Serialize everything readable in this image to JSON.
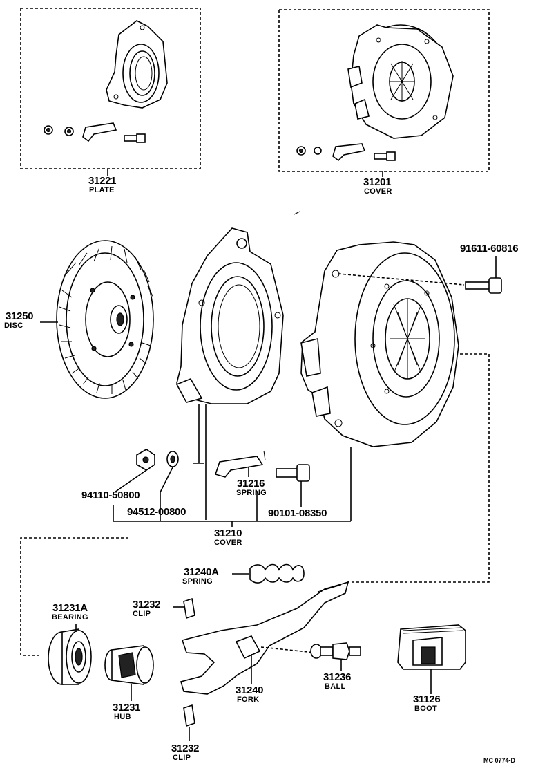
{
  "groups": {
    "plate": {
      "number": "31221",
      "name": "PLATE"
    },
    "cover_kit": {
      "number": "31201",
      "name": "COVER"
    },
    "cover": {
      "number": "31210",
      "name": "COVER"
    }
  },
  "parts": {
    "disc": {
      "number": "31250",
      "name": "DISC"
    },
    "bolt_top": {
      "number": "91611-60816"
    },
    "nut": {
      "number": "94110-50800"
    },
    "washer": {
      "number": "94512-00800"
    },
    "spring_31216": {
      "number": "31216",
      "name": "SPRING"
    },
    "bolt_90101": {
      "number": "90101-08350"
    },
    "spring_31240A": {
      "number": "31240A",
      "name": "SPRING"
    },
    "bearing": {
      "number": "31231A",
      "name": "BEARING"
    },
    "clip_top": {
      "number": "31232",
      "name": "CLIP"
    },
    "hub": {
      "number": "31231",
      "name": "HUB"
    },
    "fork": {
      "number": "31240",
      "name": "FORK"
    },
    "ball": {
      "number": "31236",
      "name": "BALL"
    },
    "boot": {
      "number": "31126",
      "name": "BOOT"
    },
    "clip_bottom": {
      "number": "31232",
      "name": "CLIP"
    }
  },
  "footer": {
    "drawing_code": "MC 0774-D"
  }
}
